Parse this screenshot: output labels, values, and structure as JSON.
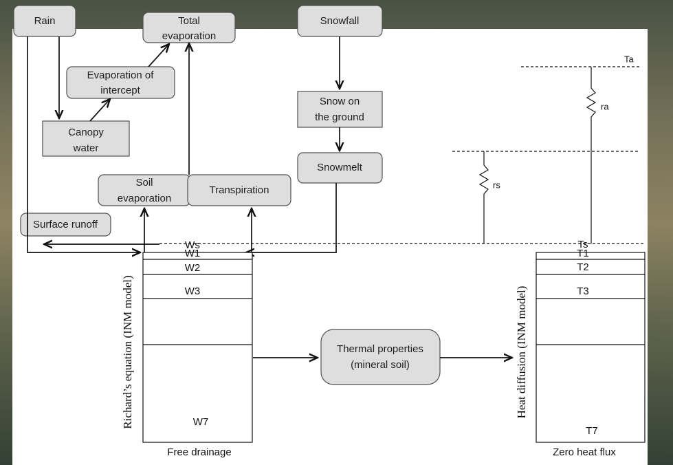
{
  "nodes": {
    "rain": "Rain",
    "total_evaporation_line1": "Total",
    "total_evaporation_line2": "evaporation",
    "evaporation_of_intercept_line1": "Evaporation of",
    "evaporation_of_intercept_line2": "intercept",
    "canopy_water_line1": "Canopy",
    "canopy_water_line2": "water",
    "snowfall": "Snowfall",
    "snow_on_ground_line1": "Snow on",
    "snow_on_ground_line2": "the ground",
    "snowmelt": "Snowmelt",
    "soil_evaporation_line1": "Soil",
    "soil_evaporation_line2": "evaporation",
    "transpiration": "Transpiration",
    "surface_runoff": "Surface runoff",
    "thermal_properties_line1": "Thermal properties",
    "thermal_properties_line2": "(mineral soil)"
  },
  "resistances": {
    "air_temperature": "Ta",
    "air_resistance": "ra",
    "surface_resistance": "rs"
  },
  "soil_water_column": {
    "vertical_label": "Richard’s equation (INM model)",
    "surface_layer": "Ws",
    "layers": [
      "W1",
      "W2",
      "W3",
      "W7"
    ],
    "bottom_boundary": "Free drainage"
  },
  "soil_heat_column": {
    "vertical_label": "Heat diffusion (INM model)",
    "surface_layer": "Ts",
    "layers": [
      "T1",
      "T2",
      "T3",
      "T7"
    ],
    "bottom_boundary": "Zero heat flux"
  }
}
